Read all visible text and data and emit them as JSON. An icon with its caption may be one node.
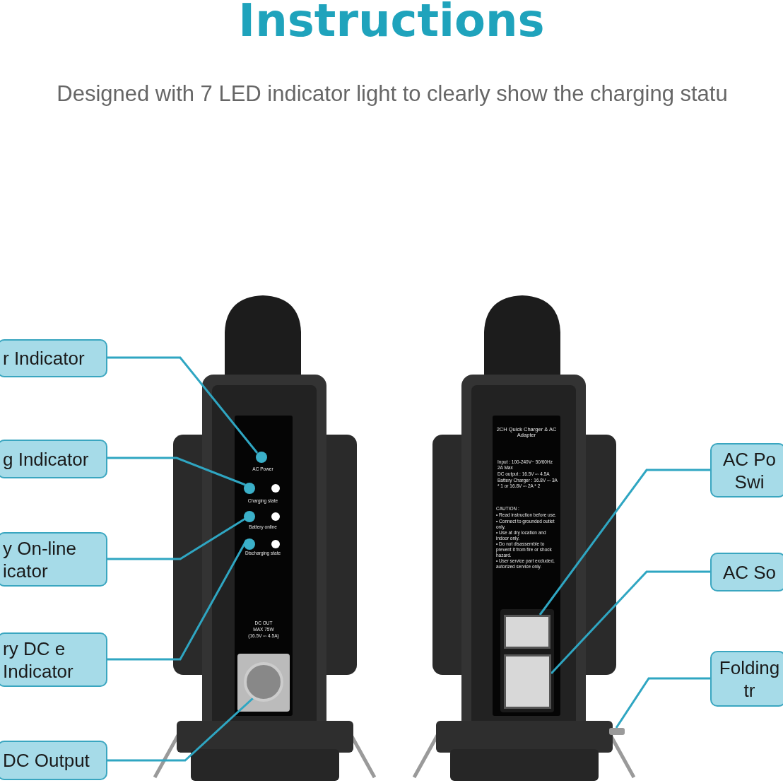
{
  "diagram": {
    "title": "Instructions",
    "nodes": [
      {
        "text": [
          "r Indicator"
        ]
      },
      {
        "text": [
          "g Indicator"
        ]
      },
      {
        "text": [
          "y On-line icator"
        ]
      },
      {
        "text": [
          "ry DC e Indicator"
        ]
      },
      {
        "text": [
          "DC Output"
        ]
      },
      {
        "text": [
          "AC Po Swi"
        ]
      },
      {
        "text": [
          "AC So"
        ]
      },
      {
        "text": [
          "Folding tr"
        ]
      },
      {
        "text": [],
        "shape": "circle"
      },
      {
        "text": [],
        "shape": "circle"
      },
      {
        "text": [],
        "shape": "circle"
      },
      {
        "text": [],
        "shape": "circle"
      },
      {
        "text": [],
        "shape": "circle"
      },
      {
        "text": [],
        "shape": "box"
      },
      {
        "text": [],
        "shape": "box"
      },
      {
        "text": [],
        "shape": "bar"
      }
    ],
    "edges": [
      {
        "from": 0,
        "to": 8,
        "arrow": "none"
      },
      {
        "from": 1,
        "to": 9,
        "arrow": "none"
      },
      {
        "from": 2,
        "to": 10,
        "arrow": "none"
      },
      {
        "from": 3,
        "to": 11,
        "arrow": "none"
      },
      {
        "from": 4,
        "to": 12,
        "arrow": "none"
      },
      {
        "from": 5,
        "to": 13,
        "arrow": "none"
      },
      {
        "from": 6,
        "to": 14,
        "arrow": "none"
      },
      {
        "from": 7,
        "to": 15,
        "arrow": "none"
      }
    ],
    "labels": [
      "Designed with 7 LED indicator light to clearly show the charging statu",
      "AC Power",
      "Charging state",
      "Battery online",
      "Discharging state",
      "DC OUT",
      "MAX 75W",
      "(16.5V ⎓ 4.5A)",
      "2CH Quick Charger & AC Adapter",
      "Input : 100-240V~ 50/60Hz 2A Max",
      "DC output : 16.5V ⎓ 4.5A",
      "Battery Charger : 16.8V ⎓ 3A * 1 or 16.8V ⎓ 2A * 2",
      "CAUTION :",
      "• Read instruction before use.",
      "• Connect to grounded outlet only.",
      "• Use at dry location and indoor only.",
      "• Do not disassemble to prevent it from fire or shock hazard.",
      "• User service part excluded, autorized service only."
    ]
  }
}
